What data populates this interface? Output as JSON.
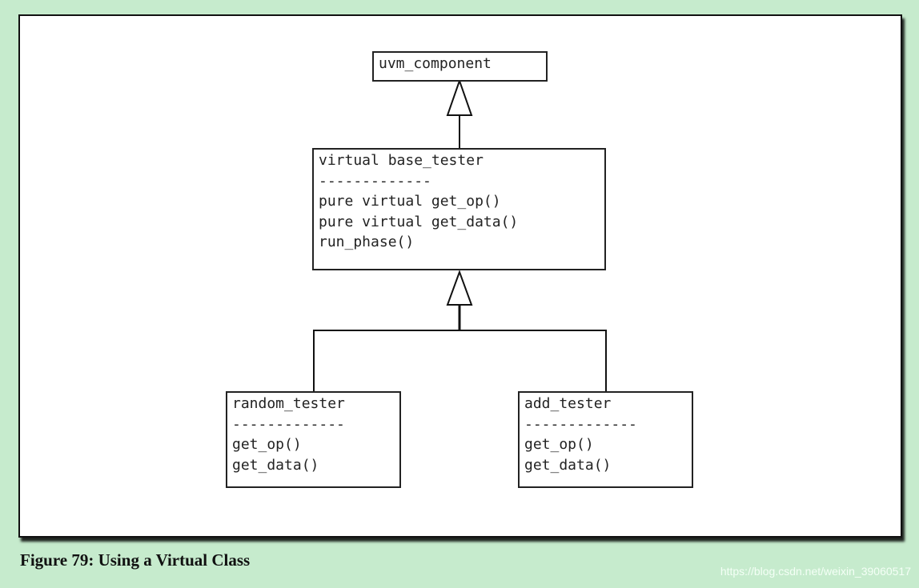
{
  "diagram": {
    "nodes": {
      "uvm_component": {
        "lines": [
          "uvm_component"
        ]
      },
      "base_tester": {
        "lines": [
          "virtual base_tester",
          "-------------",
          "pure virtual get_op()",
          "pure virtual get_data()",
          "run_phase()"
        ]
      },
      "random_tester": {
        "lines": [
          "random_tester",
          "-------------",
          "get_op()",
          "get_data()"
        ]
      },
      "add_tester": {
        "lines": [
          "add_tester",
          "-------------",
          "get_op()",
          "get_data()"
        ]
      }
    },
    "edges": [
      {
        "from": "base_tester",
        "to": "uvm_component",
        "type": "inheritance"
      },
      {
        "from": "random_tester",
        "to": "base_tester",
        "type": "inheritance"
      },
      {
        "from": "add_tester",
        "to": "base_tester",
        "type": "inheritance"
      }
    ]
  },
  "caption": "Figure 79: Using a Virtual Class",
  "watermark": "https://blog.csdn.net/weixin_39060517"
}
